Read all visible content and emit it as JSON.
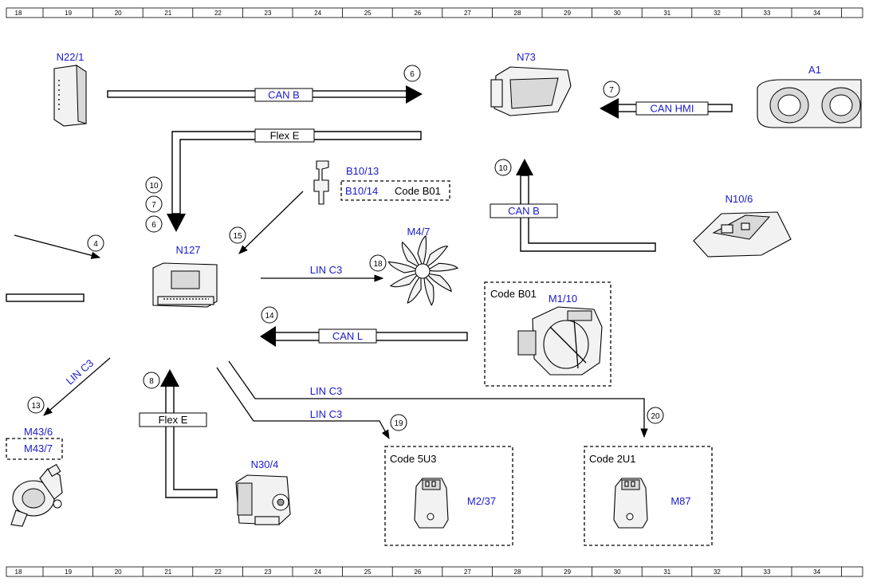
{
  "ruler": [
    "18",
    "19",
    "20",
    "21",
    "22",
    "23",
    "24",
    "25",
    "26",
    "27",
    "28",
    "29",
    "30",
    "31",
    "32",
    "33",
    "34"
  ],
  "components": {
    "n22_1": "N22/1",
    "n73": "N73",
    "a1": "A1",
    "b10_13": "B10/13",
    "b10_14": "B10/14",
    "n10_6": "N10/6",
    "m4_7": "M4/7",
    "n127": "N127",
    "m1_10": "M1/10",
    "m43_6": "M43/6",
    "m43_7": "M43/7",
    "n30_4": "N30/4",
    "m2_37": "M2/37",
    "m87": "M87"
  },
  "buses": {
    "can_b_top": "CAN B",
    "flex_e_top": "Flex E",
    "can_hmi": "CAN HMI",
    "can_b_right": "CAN B",
    "can_l": "CAN L",
    "flex_e_bottom": "Flex E",
    "lin_c3_m47": "LIN C3",
    "lin_c3_diag": "LIN C3",
    "lin_c3_m87": "LIN C3",
    "lin_c3_m237": "LIN C3"
  },
  "codes": {
    "b01_sensor": "Code B01",
    "b01_alt": "Code B01",
    "u53": "Code 5U3",
    "u21": "Code 2U1"
  },
  "callouts": {
    "c6_top": "6",
    "c7_hmi": "7",
    "c10_left": "10",
    "c7_left": "7",
    "c6_left": "6",
    "c10_right": "10",
    "c4": "4",
    "c15": "15",
    "c18": "18",
    "c14": "14",
    "c13": "13",
    "c8": "8",
    "c19": "19",
    "c20": "20"
  }
}
